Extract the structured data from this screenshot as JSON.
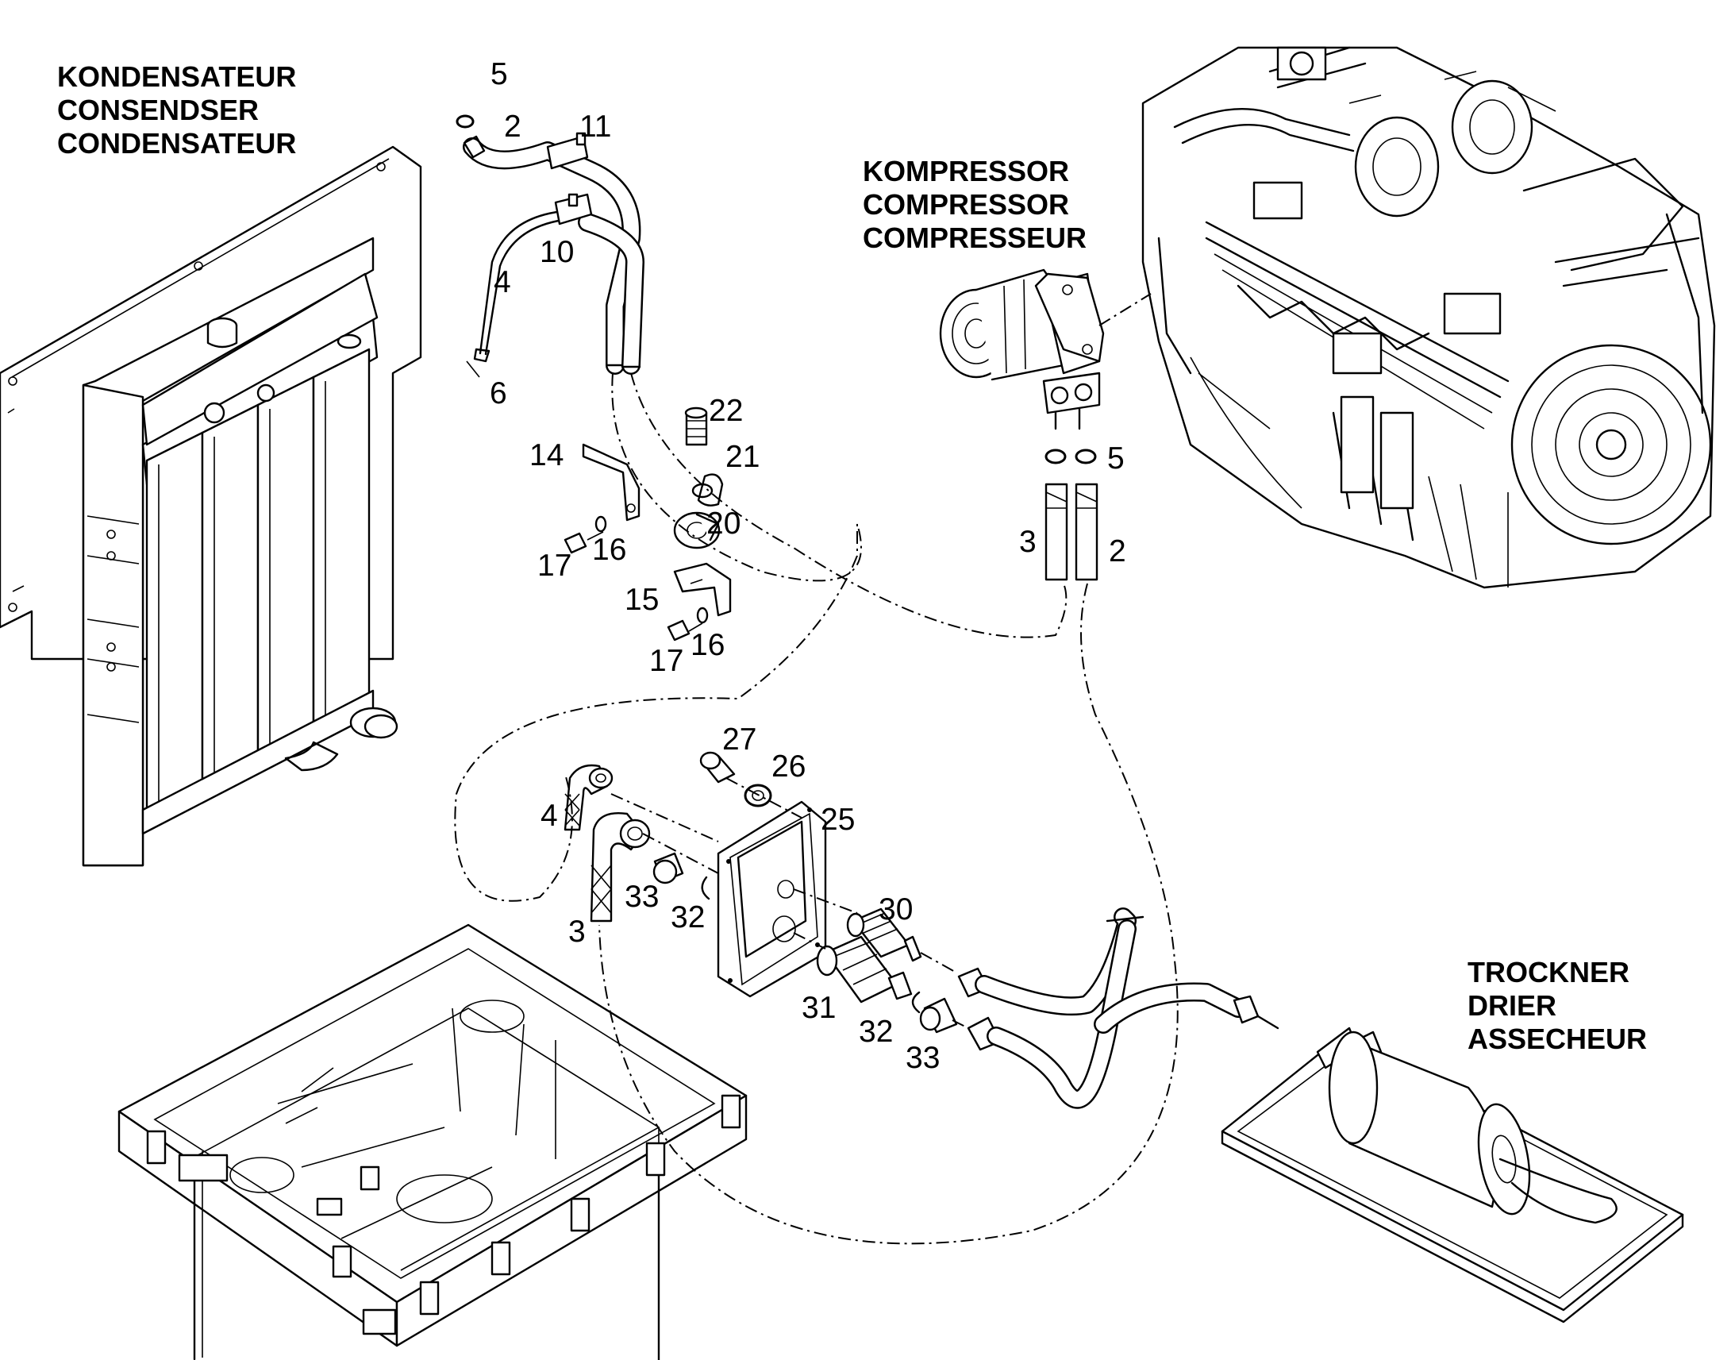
{
  "groups": {
    "condenser": [
      "KONDENSATEUR",
      "CONSENDSER",
      "CONDENSATEUR"
    ],
    "compressor": [
      "KOMPRESSOR",
      "COMPRESSOR",
      "COMPRESSEUR"
    ],
    "drier": [
      "TROCKNER",
      "DRIER",
      "ASSECHEUR"
    ]
  },
  "callouts": [
    "5",
    "2",
    "11",
    "10",
    "4",
    "6",
    "22",
    "14",
    "21",
    "20",
    "17",
    "16",
    "15",
    "16",
    "17",
    "5",
    "3",
    "2",
    "27",
    "26",
    "25",
    "4",
    "33",
    "32",
    "3",
    "30",
    "31",
    "32",
    "33"
  ]
}
